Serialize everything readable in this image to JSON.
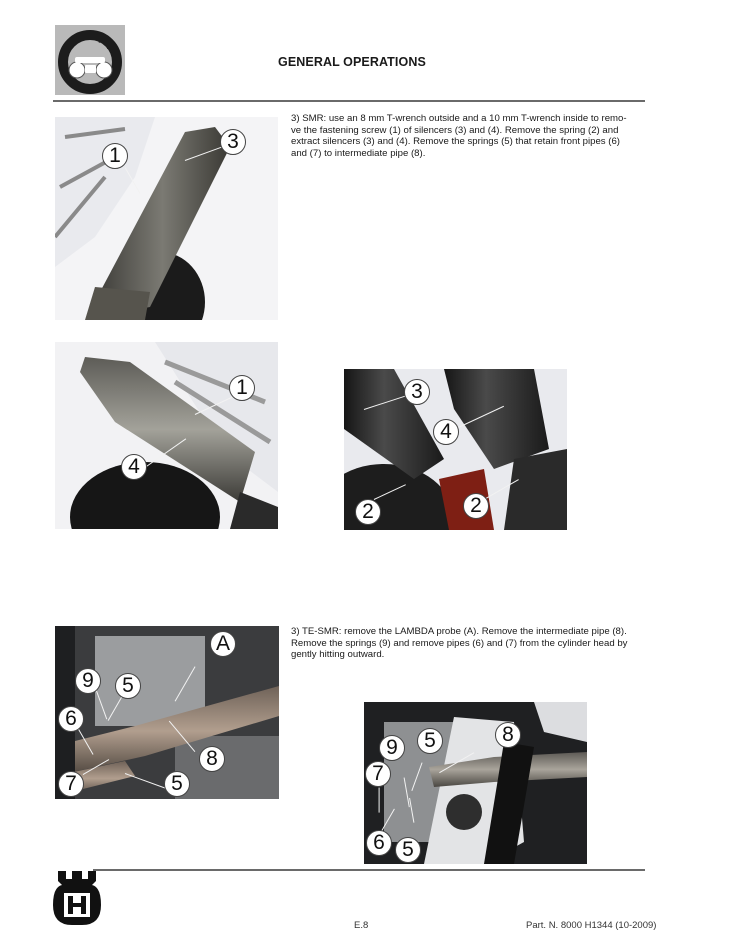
{
  "header": {
    "section_title": "GENERAL OPERATIONS",
    "section_icon": "motorcycle-cycle-arrow-icon"
  },
  "steps": [
    {
      "text": "3) SMR: use an 8 mm T-wrench outside and a 10 mm T-wrench inside to remove the fastening screw (1) of silencers (3) and (4). Remove the spring (2) and extract silencers (3) and (4). Remove the springs (5) that retain front pipes (6) and (7) to intermediate pipe (8).",
      "lines": [
        "3) SMR: use an 8 mm T-wrench outside and a 10 mm T-wrench inside to remo-",
        "ve the fastening screw (1) of silencers (3) and (4). Remove the spring (2) and",
        "extract silencers (3) and (4). Remove the springs (5) that retain front pipes (6)",
        "and (7) to intermediate pipe (8)."
      ]
    },
    {
      "text": "3) TE-SMR: remove the LAMBDA probe (A). Remove the intermediate pipe (8). Remove the springs (9) and remove pipes (6) and (7) from the cylinder head by gently hitting outward.",
      "lines": [
        "3) TE-SMR: remove the LAMBDA probe (A). Remove the intermediate pipe (8).",
        "Remove the springs (9) and remove pipes (6) and (7) from the cylinder head by",
        "gently hitting outward."
      ]
    }
  ],
  "photos": [
    {
      "id": "silencer-right",
      "callouts": [
        "1",
        "3"
      ]
    },
    {
      "id": "silencer-left",
      "callouts": [
        "1",
        "4"
      ]
    },
    {
      "id": "silencers-rear",
      "callouts": [
        "3",
        "4",
        "2",
        "2"
      ]
    },
    {
      "id": "exhaust-pipes-engine",
      "callouts": [
        "A",
        "9",
        "5",
        "6",
        "8",
        "7",
        "5"
      ]
    },
    {
      "id": "exhaust-pipes-frame",
      "callouts": [
        "8",
        "9",
        "5",
        "7",
        "6",
        "5"
      ]
    }
  ],
  "footer": {
    "brand_logo": "husqvarna-crown-h-logo",
    "page_number": "E.8",
    "part_number": "Part. N. 8000 H1344 (10-2009)"
  }
}
